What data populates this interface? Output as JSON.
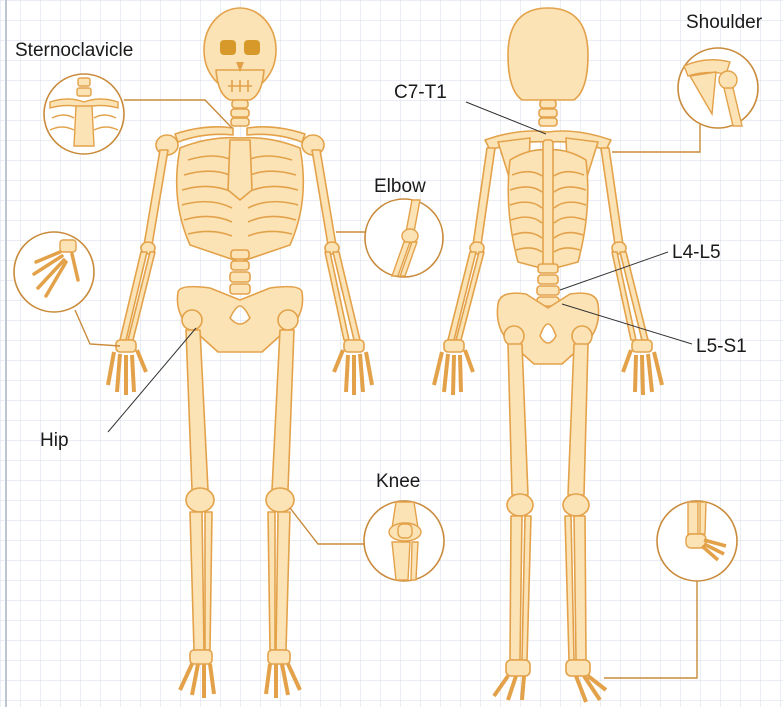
{
  "labels": {
    "sternoclavicle": "Sternoclavicle",
    "shoulder": "Shoulder",
    "c7_t1": "C7-T1",
    "elbow": "Elbow",
    "l4_l5": "L4-L5",
    "l5_s1": "L5-S1",
    "hip": "Hip",
    "knee": "Knee"
  },
  "colors": {
    "bone_fill": "#fbe3b6",
    "bone_stroke": "#e3a24a",
    "callout_line": "#c98b3b",
    "pointer_line": "#333333",
    "grid": "#d4dde8",
    "eye": "#d79a2a"
  },
  "views": [
    "front-skeleton",
    "back-skeleton"
  ],
  "callouts": [
    {
      "id": "sternoclavicle",
      "detail": "sternoclavicular-joint-detail"
    },
    {
      "id": "wrist",
      "detail": "hand-detail"
    },
    {
      "id": "elbow",
      "detail": "elbow-joint-detail"
    },
    {
      "id": "knee",
      "detail": "knee-joint-detail"
    },
    {
      "id": "shoulder",
      "detail": "shoulder-joint-detail"
    },
    {
      "id": "ankle",
      "detail": "foot-detail"
    }
  ]
}
